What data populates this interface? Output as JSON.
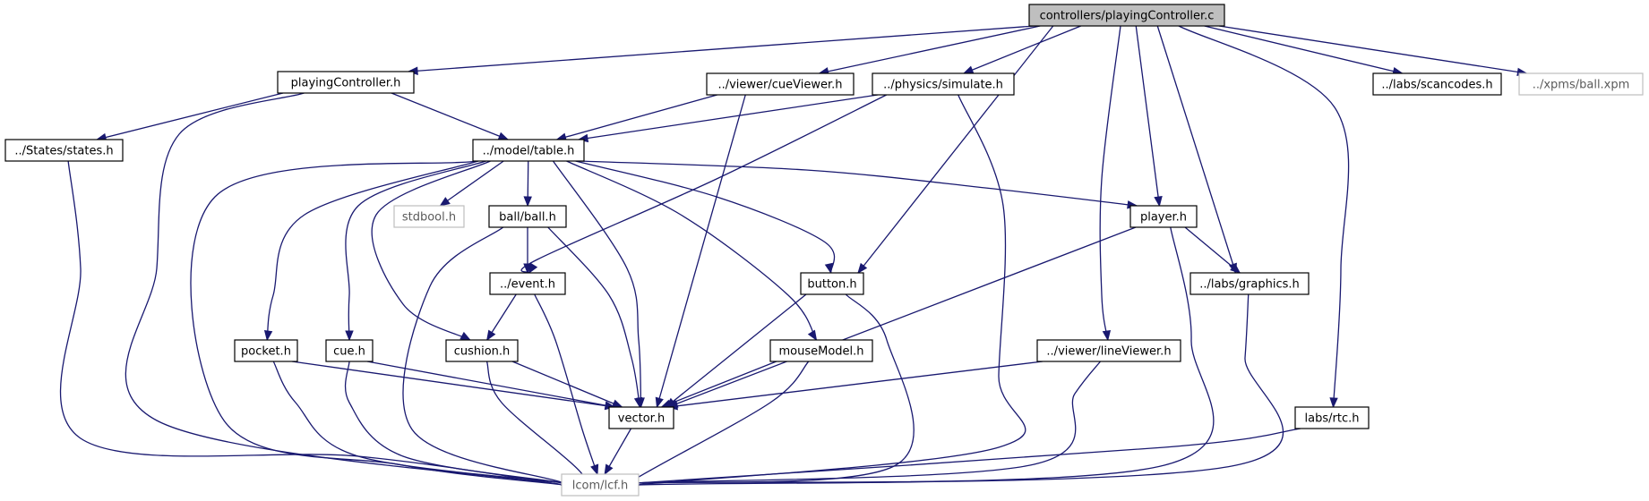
{
  "graph": {
    "colors": {
      "edge": "#191970",
      "root_fill": "#bfbfbf",
      "missing_stroke": "#bfbfbf",
      "node_stroke": "#000000"
    },
    "nodes": [
      {
        "id": "root",
        "label": "controllers/playingController.c",
        "style": "root"
      },
      {
        "id": "playingController_h",
        "label": "playingController.h",
        "style": "normal"
      },
      {
        "id": "cueViewer_h",
        "label": "../viewer/cueViewer.h",
        "style": "normal"
      },
      {
        "id": "simulate_h",
        "label": "../physics/simulate.h",
        "style": "normal"
      },
      {
        "id": "scancodes_h",
        "label": "../labs/scancodes.h",
        "style": "normal"
      },
      {
        "id": "ball_xpm",
        "label": "../xpms/ball.xpm",
        "style": "missing"
      },
      {
        "id": "states_h",
        "label": "../States/states.h",
        "style": "normal"
      },
      {
        "id": "table_h",
        "label": "../model/table.h",
        "style": "normal"
      },
      {
        "id": "stdbool_h",
        "label": "stdbool.h",
        "style": "missing"
      },
      {
        "id": "ball_h",
        "label": "ball/ball.h",
        "style": "normal"
      },
      {
        "id": "player_h",
        "label": "player.h",
        "style": "normal"
      },
      {
        "id": "event_h",
        "label": "../event.h",
        "style": "normal"
      },
      {
        "id": "button_h",
        "label": "button.h",
        "style": "normal"
      },
      {
        "id": "graphics_h",
        "label": "../labs/graphics.h",
        "style": "normal"
      },
      {
        "id": "pocket_h",
        "label": "pocket.h",
        "style": "normal"
      },
      {
        "id": "cue_h",
        "label": "cue.h",
        "style": "normal"
      },
      {
        "id": "cushion_h",
        "label": "cushion.h",
        "style": "normal"
      },
      {
        "id": "mouseModel_h",
        "label": "mouseModel.h",
        "style": "normal"
      },
      {
        "id": "lineViewer_h",
        "label": "../viewer/lineViewer.h",
        "style": "normal"
      },
      {
        "id": "vector_h",
        "label": "vector.h",
        "style": "normal"
      },
      {
        "id": "rtc_h",
        "label": "labs/rtc.h",
        "style": "normal"
      },
      {
        "id": "lcf_h",
        "label": "lcom/lcf.h",
        "style": "missing"
      }
    ],
    "edges": [
      {
        "from": "root",
        "to": "playingController_h"
      },
      {
        "from": "root",
        "to": "cueViewer_h"
      },
      {
        "from": "root",
        "to": "simulate_h"
      },
      {
        "from": "root",
        "to": "scancodes_h"
      },
      {
        "from": "root",
        "to": "ball_xpm"
      },
      {
        "from": "root",
        "to": "button_h"
      },
      {
        "from": "root",
        "to": "player_h"
      },
      {
        "from": "root",
        "to": "graphics_h"
      },
      {
        "from": "root",
        "to": "lineViewer_h"
      },
      {
        "from": "root",
        "to": "rtc_h"
      },
      {
        "from": "playingController_h",
        "to": "states_h"
      },
      {
        "from": "playingController_h",
        "to": "table_h"
      },
      {
        "from": "playingController_h",
        "to": "lcf_h"
      },
      {
        "from": "cueViewer_h",
        "to": "table_h"
      },
      {
        "from": "cueViewer_h",
        "to": "vector_h"
      },
      {
        "from": "simulate_h",
        "to": "table_h"
      },
      {
        "from": "simulate_h",
        "to": "event_h"
      },
      {
        "from": "simulate_h",
        "to": "lcf_h"
      },
      {
        "from": "states_h",
        "to": "lcf_h"
      },
      {
        "from": "table_h",
        "to": "stdbool_h"
      },
      {
        "from": "table_h",
        "to": "ball_h"
      },
      {
        "from": "table_h",
        "to": "player_h"
      },
      {
        "from": "table_h",
        "to": "button_h"
      },
      {
        "from": "table_h",
        "to": "pocket_h"
      },
      {
        "from": "table_h",
        "to": "cue_h"
      },
      {
        "from": "table_h",
        "to": "cushion_h"
      },
      {
        "from": "table_h",
        "to": "mouseModel_h"
      },
      {
        "from": "table_h",
        "to": "vector_h"
      },
      {
        "from": "table_h",
        "to": "lcf_h"
      },
      {
        "from": "ball_h",
        "to": "event_h"
      },
      {
        "from": "ball_h",
        "to": "vector_h"
      },
      {
        "from": "ball_h",
        "to": "lcf_h"
      },
      {
        "from": "event_h",
        "to": "cushion_h"
      },
      {
        "from": "event_h",
        "to": "lcf_h"
      },
      {
        "from": "player_h",
        "to": "graphics_h"
      },
      {
        "from": "player_h",
        "to": "vector_h"
      },
      {
        "from": "player_h",
        "to": "lcf_h"
      },
      {
        "from": "button_h",
        "to": "vector_h"
      },
      {
        "from": "button_h",
        "to": "lcf_h"
      },
      {
        "from": "graphics_h",
        "to": "lcf_h"
      },
      {
        "from": "pocket_h",
        "to": "vector_h"
      },
      {
        "from": "pocket_h",
        "to": "lcf_h"
      },
      {
        "from": "cue_h",
        "to": "vector_h"
      },
      {
        "from": "cue_h",
        "to": "lcf_h"
      },
      {
        "from": "cushion_h",
        "to": "vector_h"
      },
      {
        "from": "cushion_h",
        "to": "lcf_h"
      },
      {
        "from": "mouseModel_h",
        "to": "vector_h"
      },
      {
        "from": "mouseModel_h",
        "to": "lcf_h"
      },
      {
        "from": "lineViewer_h",
        "to": "vector_h"
      },
      {
        "from": "lineViewer_h",
        "to": "lcf_h"
      },
      {
        "from": "vector_h",
        "to": "lcf_h"
      },
      {
        "from": "rtc_h",
        "to": "lcf_h"
      }
    ]
  }
}
